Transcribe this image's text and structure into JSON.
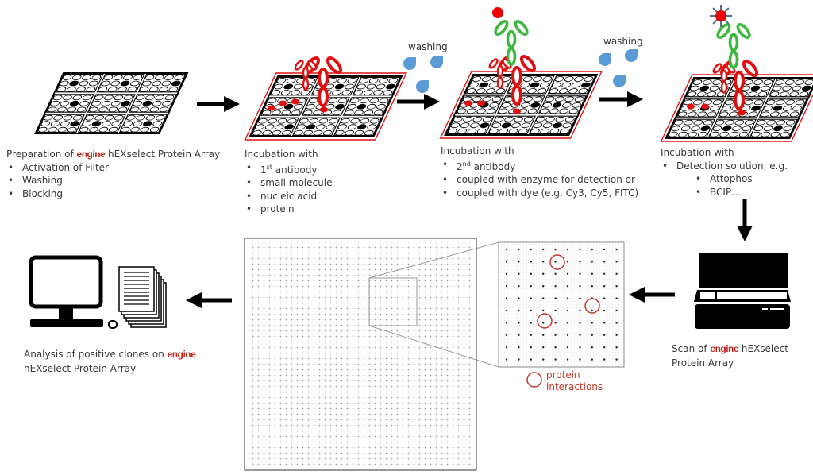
{
  "brand": "engine",
  "colors": {
    "brand_red": "#c0281c",
    "antibody_red": "#e01010",
    "antibody_green": "#3cb83c",
    "drop_blue": "#5b9bd5",
    "interaction_circle": "#c0392b"
  },
  "step1": {
    "title_pre": "Preparation of",
    "title_post": "hEXselect Protein Array",
    "items": [
      "Activation of Filter",
      "Washing",
      "Blocking"
    ]
  },
  "step2": {
    "title": "Incubation with",
    "item1_num": "1",
    "item1_sup": "st",
    "item1_text": " antibody",
    "items": [
      "small molecule",
      "nucleic acid",
      "protein"
    ]
  },
  "step3": {
    "title": "Incubation with",
    "item1_num": "2",
    "item1_sup": "nd",
    "item1_text": " antibody",
    "items": [
      "coupled with enzyme for detection or",
      "coupled with dye (e.g. Cy3, Cy5, FITC)"
    ]
  },
  "step4": {
    "title": "Incubation with",
    "item": "Detection solution, e.g.",
    "subitems": [
      "Attophos",
      "BCIP…"
    ]
  },
  "washing_label": "washing",
  "scan": {
    "pre": "Scan of",
    "post": "hEXselect",
    "line2": "Protein Array"
  },
  "analysis": {
    "pre": "Analysis of positive clones on",
    "line2": "hEXselect Protein Array"
  },
  "legend": {
    "line1": "protein",
    "line2": "interactions"
  },
  "icons": [
    "plate-icon",
    "antibody-icon",
    "drop-icon",
    "arrow-icon",
    "scanner-icon",
    "monitor-icon",
    "documents-icon"
  ]
}
